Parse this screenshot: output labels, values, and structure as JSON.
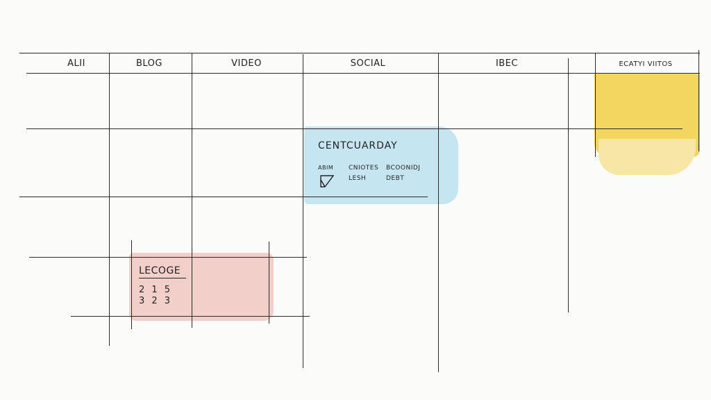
{
  "headers": [
    {
      "label": "ALII"
    },
    {
      "label": "BLOG"
    },
    {
      "label": "VIDEO"
    },
    {
      "label": "SOCIAL"
    },
    {
      "label": "IBEC"
    },
    {
      "label": "ECATYI VIITOS"
    }
  ],
  "blue_card": {
    "title": "CENTCUARDAY",
    "row1": [
      "ABIM",
      "CNIOTES",
      "BCOONIDJ"
    ],
    "row2": [
      "LESH",
      "DEBT"
    ],
    "icon": "checkbox-check-icon",
    "color": "#bfe3f0"
  },
  "red_card": {
    "title": "LECOGE",
    "row1": "2 1 5",
    "row2": "3 2 3",
    "color": "#f2cfc8"
  },
  "yellow_block": {
    "color": "#f2d660"
  }
}
